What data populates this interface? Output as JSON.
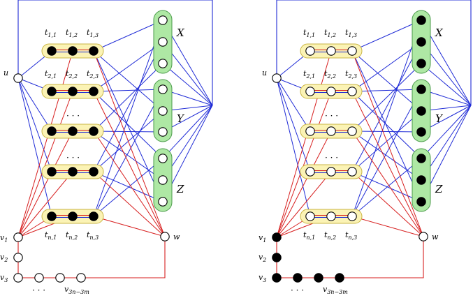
{
  "colors": {
    "blue": "#1f2bd6",
    "red": "#d71e1e",
    "yellow_fill": "#fbf3b5",
    "yellow_stroke": "#c9b542",
    "green_fill": "#aee8a4",
    "green_stroke": "#4a9a4a",
    "black": "#000000",
    "white": "#ffffff"
  },
  "labels": {
    "u": "u",
    "w": "w",
    "v1": "v",
    "v1_sub": "1",
    "v2": "v",
    "v2_sub": "2",
    "v3": "v",
    "v3_sub": "3",
    "vlast": "v",
    "vlast_sub": "3n−3m",
    "dots": "· · ·",
    "X": "X",
    "Y": "Y",
    "Z": "Z",
    "top_row": [
      "t",
      "t",
      "t"
    ],
    "top_row_sub": [
      "1,1",
      "1,2",
      "1,3"
    ],
    "second_row": [
      "t",
      "t",
      "t"
    ],
    "second_row_sub": [
      "2,1",
      "2,2",
      "2,3"
    ],
    "last_row": [
      "t",
      "t",
      "t"
    ],
    "last_row_sub": [
      "n,1",
      "n,2",
      "n,3"
    ]
  },
  "panels": [
    {
      "id": "left",
      "triple_nodes_filled": true,
      "set_nodes_filled": false,
      "path_nodes_filled": false
    },
    {
      "id": "right",
      "triple_nodes_filled": false,
      "set_nodes_filled": true,
      "path_nodes_filled": true
    }
  ]
}
